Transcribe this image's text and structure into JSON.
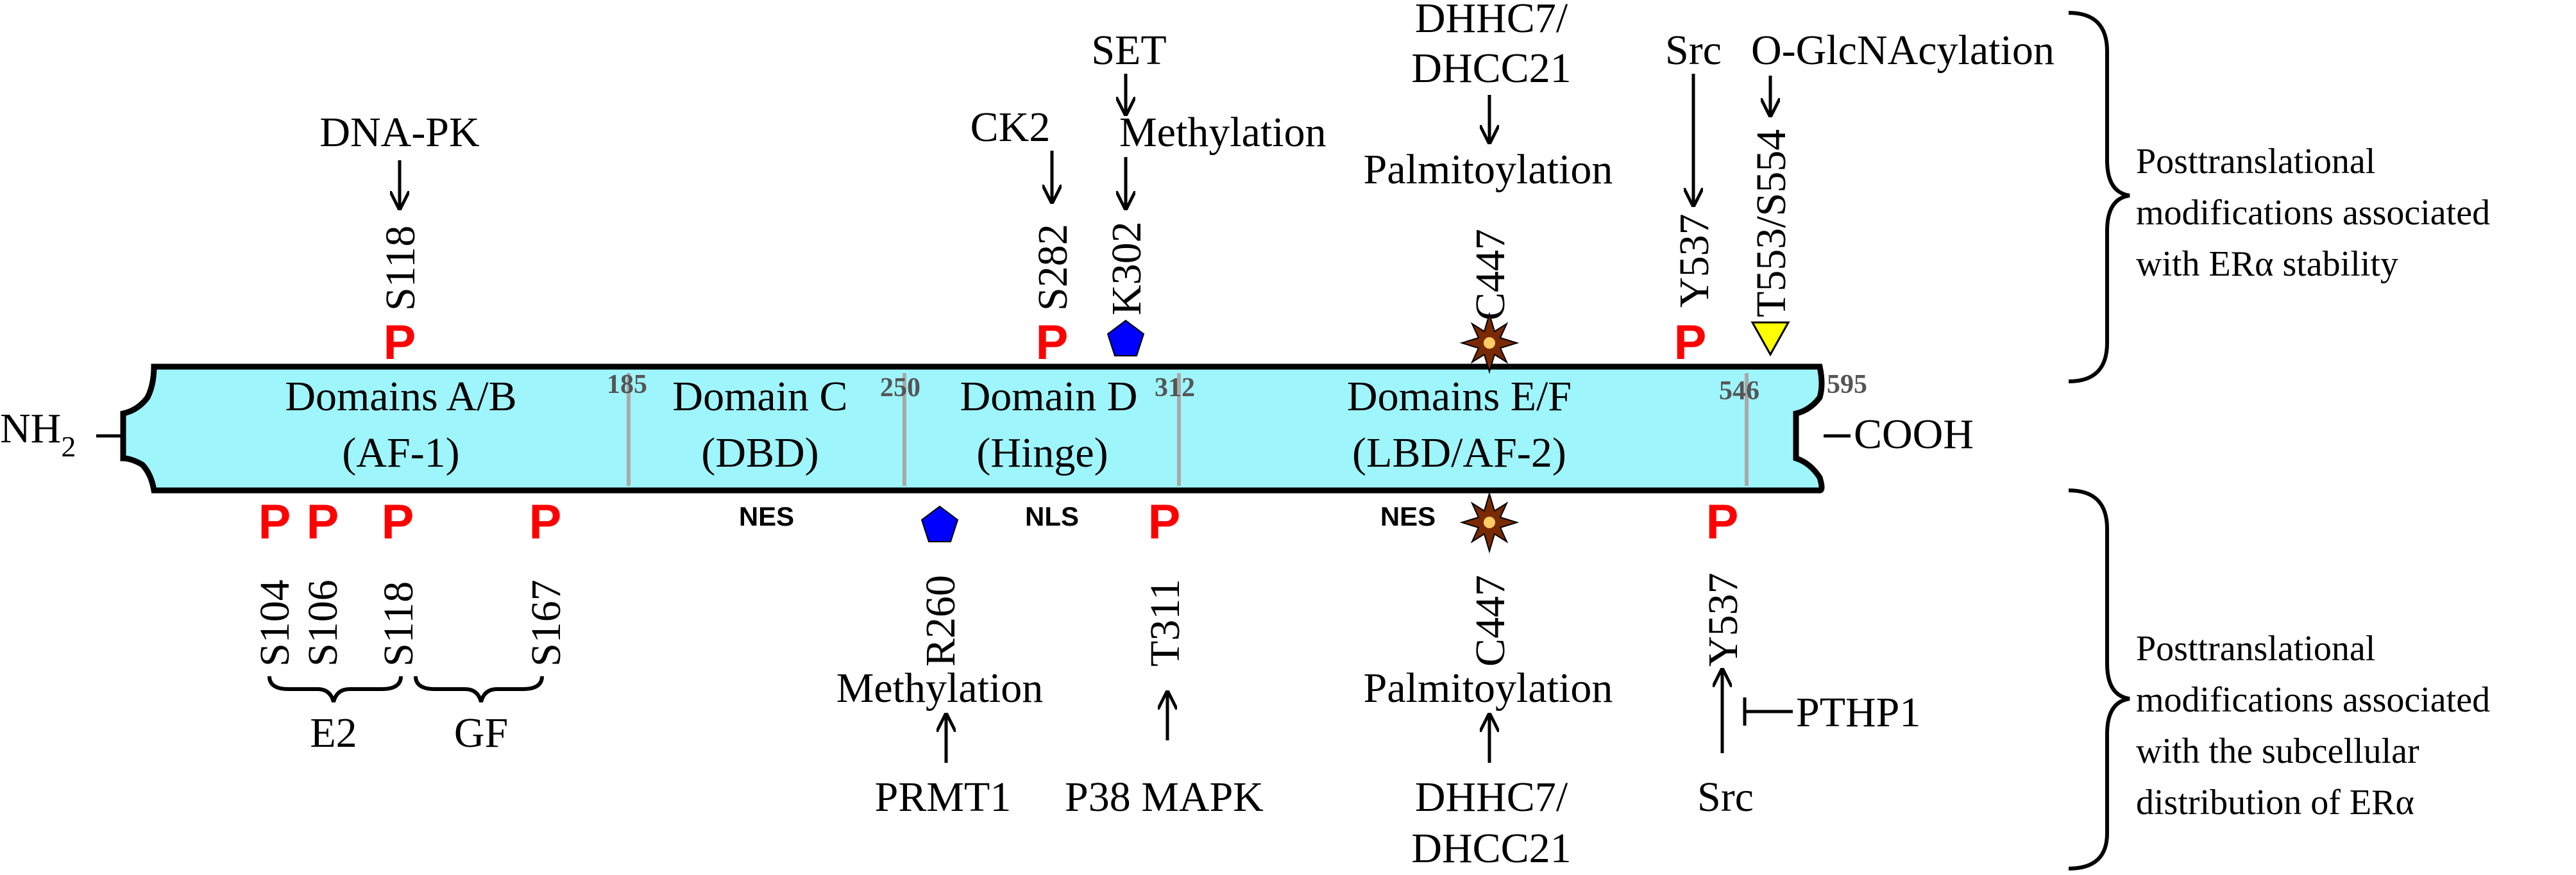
{
  "terminals": {
    "n_term": "NH",
    "n_sub": "2",
    "c_term": "COOH"
  },
  "colors": {
    "protein_fill": "#9ef5fc",
    "phospho": "#ff0000",
    "methyl": "#0000ff",
    "glcnac": "#ffff00",
    "palmitoyl": "#7a2a00"
  },
  "domains": [
    {
      "line1": "Domains A/B",
      "line2": "(AF-1)"
    },
    {
      "line1": "Domain C",
      "line2": "(DBD)"
    },
    {
      "line1": "Domain D",
      "line2": "(Hinge)"
    },
    {
      "line1": "Domains E/F",
      "line2": "(LBD/AF-2)"
    }
  ],
  "boundaries": [
    "185",
    "250",
    "312",
    "546",
    "595"
  ],
  "signals": {
    "nes1": "NES",
    "nls": "NLS",
    "nes2": "NES"
  },
  "p_mark": "P",
  "top": {
    "sites": [
      "S118",
      "S282",
      "K302",
      "C447",
      "Y537",
      "T553/S554"
    ],
    "enzymes": {
      "dnapk": "DNA-PK",
      "ck2": "CK2",
      "set": "SET",
      "dhhc_l1": "DHHC7/",
      "dhhc_l2": "DHCC21",
      "src": "Src",
      "glcnac": "O-GlcNAcylation"
    },
    "mods": {
      "methylation": "Methylation",
      "palmitoylation": "Palmitoylation"
    }
  },
  "bottom": {
    "sites": [
      "S104",
      "S106",
      "S118",
      "S167",
      "R260",
      "T311",
      "C447",
      "Y537"
    ],
    "groups": {
      "e2": "E2",
      "gf": "GF"
    },
    "mods": {
      "methylation": "Methylation",
      "palmitoylation": "Palmitoylation"
    },
    "enzymes": {
      "prmt1": "PRMT1",
      "p38": "P38 MAPK",
      "dhhc_l1": "DHHC7/",
      "dhhc_l2": "DHCC21",
      "src": "Src",
      "pthp1": "PTHP1"
    }
  },
  "side_labels": {
    "top": [
      "Posttranslational",
      "modifications associated",
      "with ERα stability"
    ],
    "bottom": [
      "Posttranslational",
      "modifications associated",
      "with the subcellular",
      "distribution of ERα"
    ]
  }
}
